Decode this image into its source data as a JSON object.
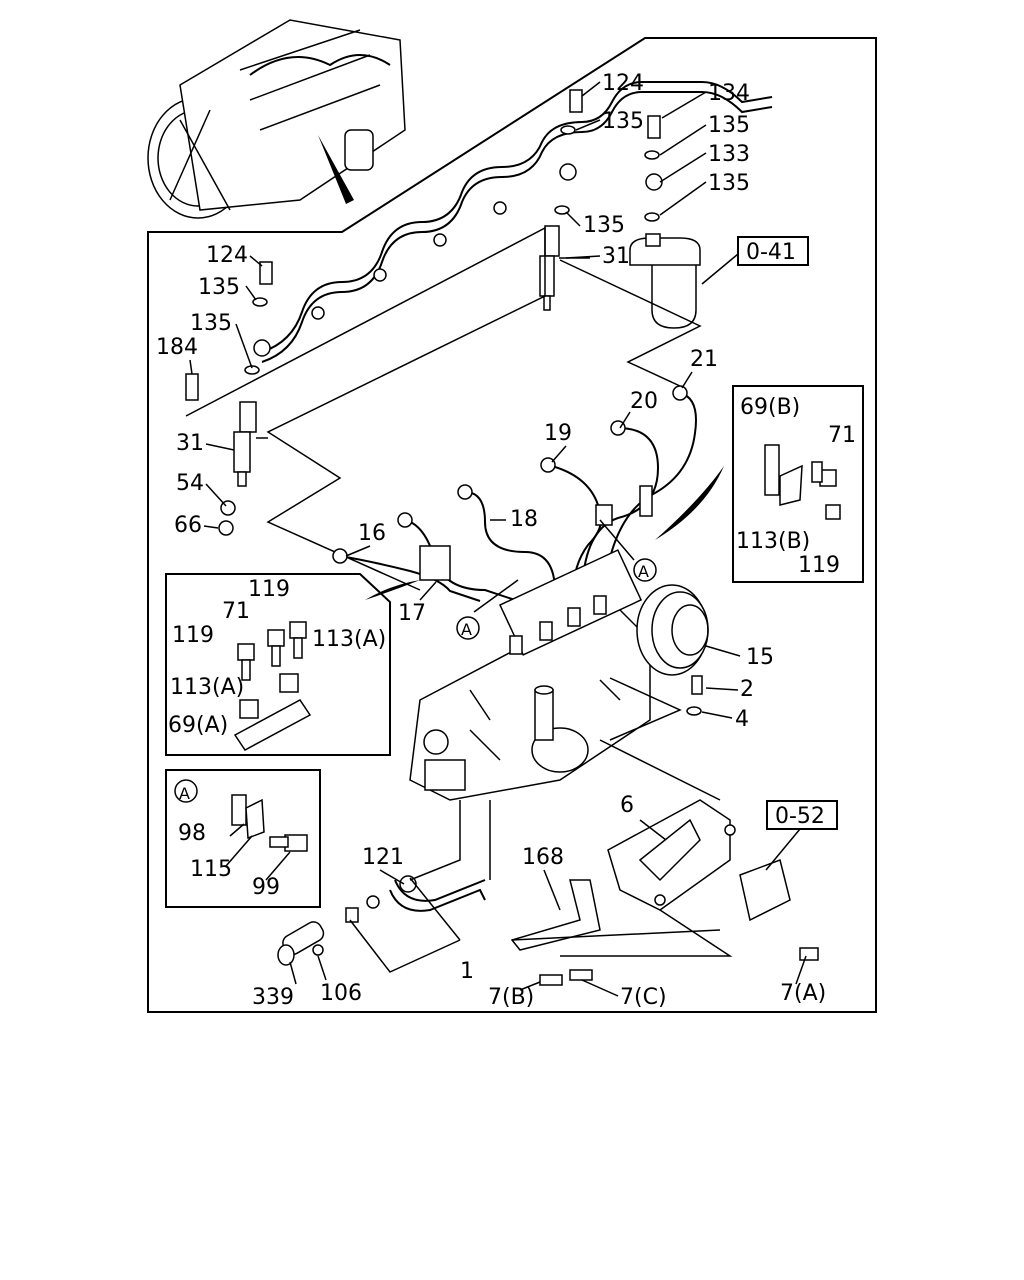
{
  "callouts": {
    "c124_top": "124",
    "c135_top": "135",
    "c134": "134",
    "c135_r1": "135",
    "c133": "133",
    "c135_r2": "135",
    "c135_mid": "135",
    "c31_top": "31",
    "c124_left": "124",
    "c135_left1": "135",
    "c135_left2": "135",
    "c184": "184",
    "c31_left": "31",
    "c54": "54",
    "c66": "66",
    "c21": "21",
    "c20": "20",
    "c19": "19",
    "c18": "18",
    "c16": "16",
    "c17": "17",
    "c15": "15",
    "c2": "2",
    "c4": "4",
    "c6": "6",
    "c168": "168",
    "c121": "121",
    "c1": "1",
    "c339": "339",
    "c106": "106",
    "c7b": "7(B)",
    "c7c": "7(C)",
    "c7a": "7(A)"
  },
  "ref_boxes": {
    "ref_041": "0-41",
    "ref_052": "0-52"
  },
  "inset_right": {
    "c69b": "69(B)",
    "c71": "71",
    "c113b": "113(B)",
    "c119": "119"
  },
  "inset_left": {
    "c119_a": "119",
    "c71": "71",
    "c119_b": "119",
    "c113a_1": "113(A)",
    "c113a_2": "113(A)",
    "c69a": "69(A)"
  },
  "inset_detail_a": {
    "marker": "A",
    "c98": "98",
    "c115": "115",
    "c99": "99"
  },
  "markers": {
    "a1": "A",
    "a2": "A"
  }
}
